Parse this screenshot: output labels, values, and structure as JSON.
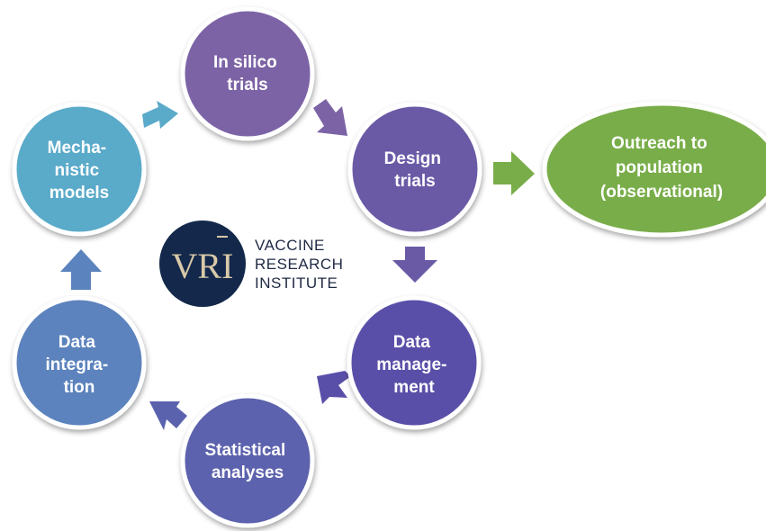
{
  "colors": {
    "in_silico": "#7b63a6",
    "design": "#6a5aa6",
    "data_management": "#5a4fa8",
    "statistical": "#5b62ad",
    "data_integration": "#5b83bd",
    "mechanistic": "#5aaac9",
    "outreach": "#79ad4a",
    "logo_bg": "#13284a"
  },
  "nodes": {
    "in_silico": {
      "lines": [
        "In silico",
        "trials"
      ]
    },
    "design": {
      "lines": [
        "Design",
        "trials"
      ]
    },
    "data_management": {
      "lines": [
        "Data",
        "manage-",
        "ment"
      ]
    },
    "statistical": {
      "lines": [
        "Statistical",
        "analyses"
      ]
    },
    "data_integration": {
      "lines": [
        "Data",
        "integra-",
        "tion"
      ]
    },
    "mechanistic": {
      "lines": [
        "Mecha-",
        "nistic",
        "models"
      ]
    },
    "outreach": {
      "lines": [
        "Outreach to",
        "population",
        "(observational)"
      ]
    }
  },
  "logo": {
    "mark": "VRI",
    "lines": [
      "VACCINE",
      "RESEARCH",
      "INSTITUTE"
    ]
  }
}
